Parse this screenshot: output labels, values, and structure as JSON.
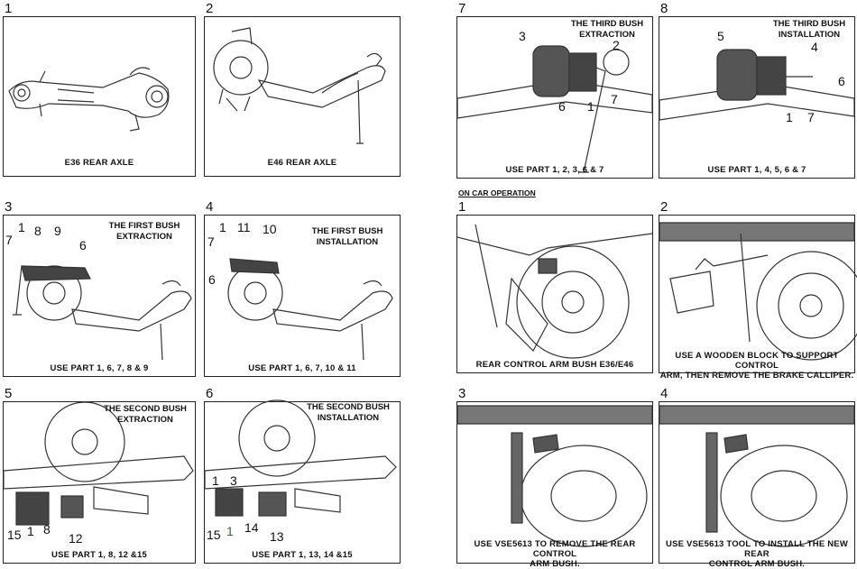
{
  "section_label": "ON CAR OPERATION",
  "left": [
    {
      "num": "1",
      "title": "",
      "caption": "E36 REAR AXLE",
      "callouts": []
    },
    {
      "num": "2",
      "title": "",
      "caption": "E46 REAR AXLE",
      "callouts": []
    },
    {
      "num": "3",
      "title": "THE FIRST BUSH\nEXTRACTION",
      "caption": "USE  PART 1, 6, 7, 8 & 9",
      "callouts": [
        "1",
        "8",
        "9",
        "7",
        "6"
      ]
    },
    {
      "num": "4",
      "title": "THE FIRST BUSH\nINSTALLATION",
      "caption": "USE  PART 1, 6, 7, 10 & 11",
      "callouts": [
        "1",
        "11",
        "10",
        "7",
        "6"
      ]
    },
    {
      "num": "5",
      "title": "THE SECOND BUSH\nEXTRACTION",
      "caption": "USE  PART 1, 8, 12 &15",
      "callouts": [
        "15",
        "1",
        "8",
        "12"
      ]
    },
    {
      "num": "6",
      "title": "THE SECOND BUSH\nINSTALLATION",
      "caption": "USE  PART 1, 13, 14 &15",
      "callouts": [
        "1",
        "3",
        "15",
        "1",
        "14",
        "13"
      ]
    }
  ],
  "right_top": [
    {
      "num": "7",
      "title": "THE THIRD BUSH\nEXTRACTION",
      "caption": "USE  PART 1, 2, 3, 6 & 7",
      "callouts": [
        "3",
        "2",
        "6",
        "1",
        "7"
      ]
    },
    {
      "num": "8",
      "title": "THE THIRD BUSH\nINSTALLATION",
      "caption": "USE  PART 1, 4, 5, 6 & 7",
      "callouts": [
        "5",
        "4",
        "6",
        "7",
        "1"
      ]
    }
  ],
  "on_car": [
    {
      "num": "1",
      "caption": "REAR CONTROL ARM BUSH E36/E46"
    },
    {
      "num": "2",
      "caption": "USE A WOODEN BLOCK TO SUPPORT CONTROL\nARM, THEN REMOVE THE BRAKE CALLIPER."
    },
    {
      "num": "3",
      "caption": "USE VSE5613 TO REMOVE THE REAR CONTROL\nARM BUSH."
    },
    {
      "num": "4",
      "caption": "USE VSE5613 TOOL TO INSTALL THE NEW REAR\nCONTROL ARM BUSH."
    }
  ]
}
